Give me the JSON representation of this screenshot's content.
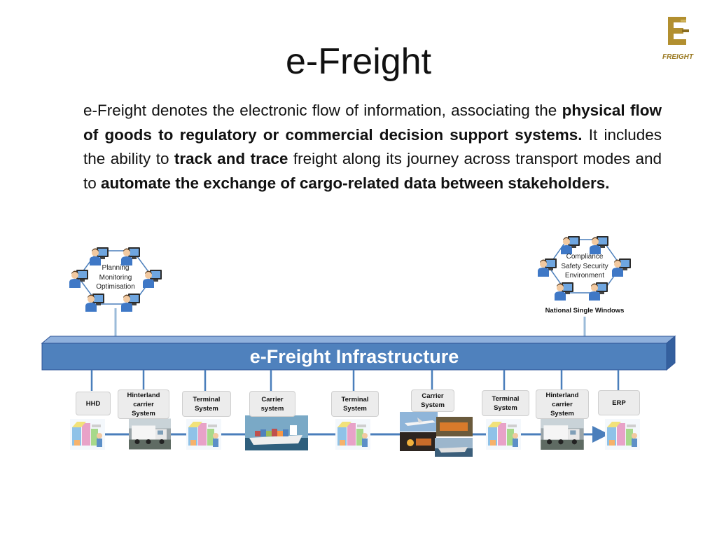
{
  "title": "e-Freight",
  "logo": {
    "word": "FREIGHT"
  },
  "intro": {
    "p1": "e-Freight denotes the electronic flow of information, associating the ",
    "b1": "physical flow of goods to regulatory or commercial decision support systems.",
    "p2": " It includes the ability to ",
    "b2": "track and trace",
    "p3": " freight along its journey across transport modes and to ",
    "b3": "automate the exchange of cargo-related data between stakeholders."
  },
  "clusters": {
    "left": {
      "lines": [
        "Planning",
        "Monitoring",
        "Optimisation"
      ]
    },
    "right": {
      "lines": [
        "Compliance",
        "Safety Security",
        "Environment"
      ],
      "caption": "National Single Windows"
    }
  },
  "infrastructure": {
    "label": "e-Freight Infrastructure"
  },
  "systems": [
    {
      "lines": [
        "HHD"
      ],
      "image": "office-workflow-icon"
    },
    {
      "lines": [
        "Hinterland",
        "carrier",
        "System"
      ],
      "image": "truck-photo"
    },
    {
      "lines": [
        "Terminal",
        "System"
      ],
      "image": "office-workflow-icon"
    },
    {
      "lines": [
        "Carrier",
        "system"
      ],
      "image": "container-ship-photo"
    },
    {
      "lines": [
        "Terminal",
        "System"
      ],
      "image": "office-workflow-icon"
    },
    {
      "lines": [
        "Carrier",
        "System"
      ],
      "image": "multimodal-transport-photos"
    },
    {
      "lines": [
        "Terminal",
        "System"
      ],
      "image": "office-workflow-icon"
    },
    {
      "lines": [
        "Hinterland",
        "carrier",
        "System"
      ],
      "image": "truck-photo"
    },
    {
      "lines": [
        "ERP"
      ],
      "image": "office-workflow-icon"
    }
  ],
  "colors": {
    "infra_fill": "#4f81bd",
    "infra_border": "#2f5597",
    "connector": "#4a7ebb",
    "flow_arrow": "#4a7ebb",
    "person_blue": "#3f78c6",
    "gold": "#b28f2f"
  }
}
